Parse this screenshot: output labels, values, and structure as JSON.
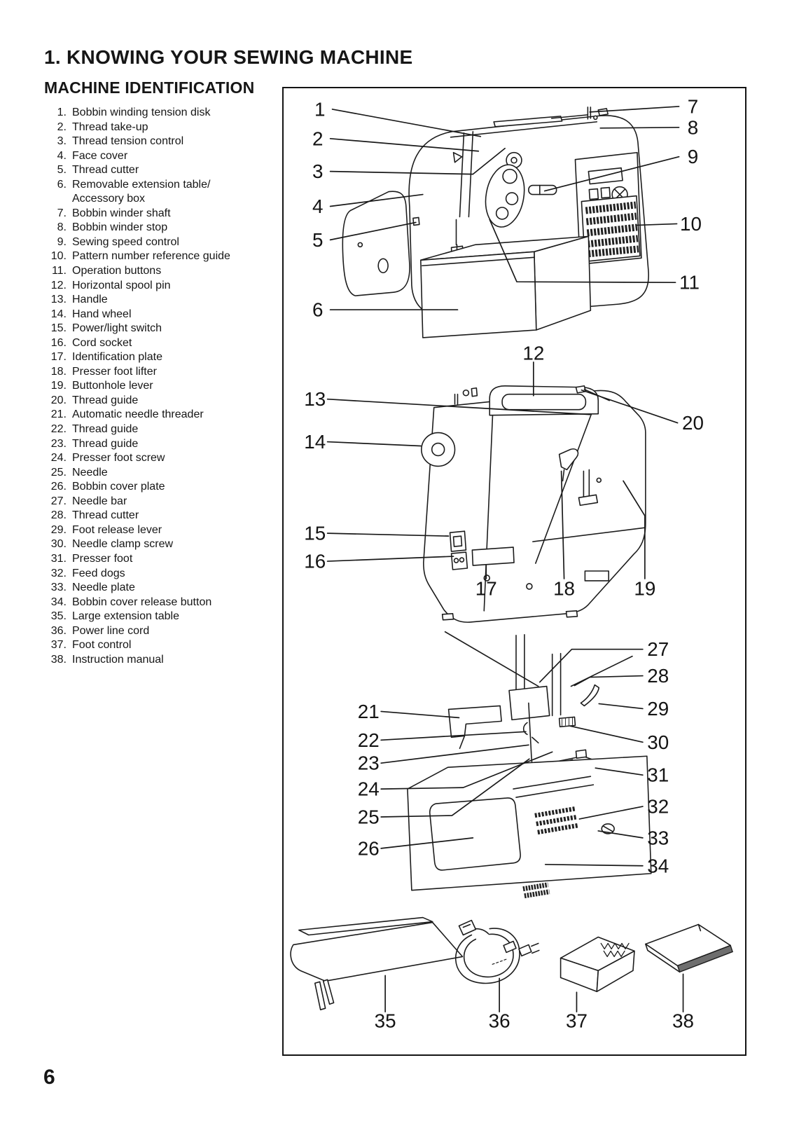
{
  "page": {
    "title": "1. KNOWING YOUR SEWING MACHINE",
    "section_title": "MACHINE IDENTIFICATION",
    "page_number": "6"
  },
  "parts_list": {
    "items": [
      {
        "num": "1.",
        "label": "Bobbin winding tension disk"
      },
      {
        "num": "2.",
        "label": "Thread take-up"
      },
      {
        "num": "3.",
        "label": "Thread tension control"
      },
      {
        "num": "4.",
        "label": "Face cover"
      },
      {
        "num": "5.",
        "label": "Thread cutter"
      },
      {
        "num": "6.",
        "label": "Removable extension table/",
        "label2": "Accessory box"
      },
      {
        "num": "7.",
        "label": "Bobbin winder shaft"
      },
      {
        "num": "8.",
        "label": "Bobbin winder stop"
      },
      {
        "num": "9.",
        "label": "Sewing speed control"
      },
      {
        "num": "10.",
        "label": "Pattern number reference guide"
      },
      {
        "num": "11.",
        "label": "Operation buttons"
      },
      {
        "num": "12.",
        "label": "Horizontal spool pin"
      },
      {
        "num": "13.",
        "label": "Handle"
      },
      {
        "num": "14.",
        "label": "Hand wheel"
      },
      {
        "num": "15.",
        "label": "Power/light switch"
      },
      {
        "num": "16.",
        "label": "Cord socket"
      },
      {
        "num": "17.",
        "label": "Identification plate"
      },
      {
        "num": "18.",
        "label": "Presser foot lifter"
      },
      {
        "num": "19.",
        "label": "Buttonhole lever"
      },
      {
        "num": "20.",
        "label": "Thread guide"
      },
      {
        "num": "21.",
        "label": "Automatic needle threader"
      },
      {
        "num": "22.",
        "label": "Thread guide"
      },
      {
        "num": "23.",
        "label": "Thread guide"
      },
      {
        "num": "24.",
        "label": "Presser foot screw"
      },
      {
        "num": "25.",
        "label": "Needle"
      },
      {
        "num": "26.",
        "label": "Bobbin cover plate"
      },
      {
        "num": "27.",
        "label": "Needle bar"
      },
      {
        "num": "28.",
        "label": "Thread cutter"
      },
      {
        "num": "29.",
        "label": "Foot release lever"
      },
      {
        "num": "30.",
        "label": "Needle clamp screw"
      },
      {
        "num": "31.",
        "label": "Presser foot"
      },
      {
        "num": "32.",
        "label": "Feed dogs"
      },
      {
        "num": "33.",
        "label": "Needle plate"
      },
      {
        "num": "34.",
        "label": "Bobbin cover release button"
      },
      {
        "num": "35.",
        "label": "Large extension table"
      },
      {
        "num": "36.",
        "label": "Power line cord"
      },
      {
        "num": "37.",
        "label": "Foot control"
      },
      {
        "num": "38.",
        "label": "Instruction manual"
      }
    ]
  },
  "diagram": {
    "callouts": [
      "1",
      "2",
      "3",
      "4",
      "5",
      "6",
      "7",
      "8",
      "9",
      "10",
      "11",
      "12",
      "13",
      "14",
      "15",
      "16",
      "17",
      "18",
      "19",
      "20",
      "21",
      "22",
      "23",
      "24",
      "25",
      "26",
      "27",
      "28",
      "29",
      "30",
      "31",
      "32",
      "33",
      "34",
      "35",
      "36",
      "37",
      "38"
    ]
  }
}
